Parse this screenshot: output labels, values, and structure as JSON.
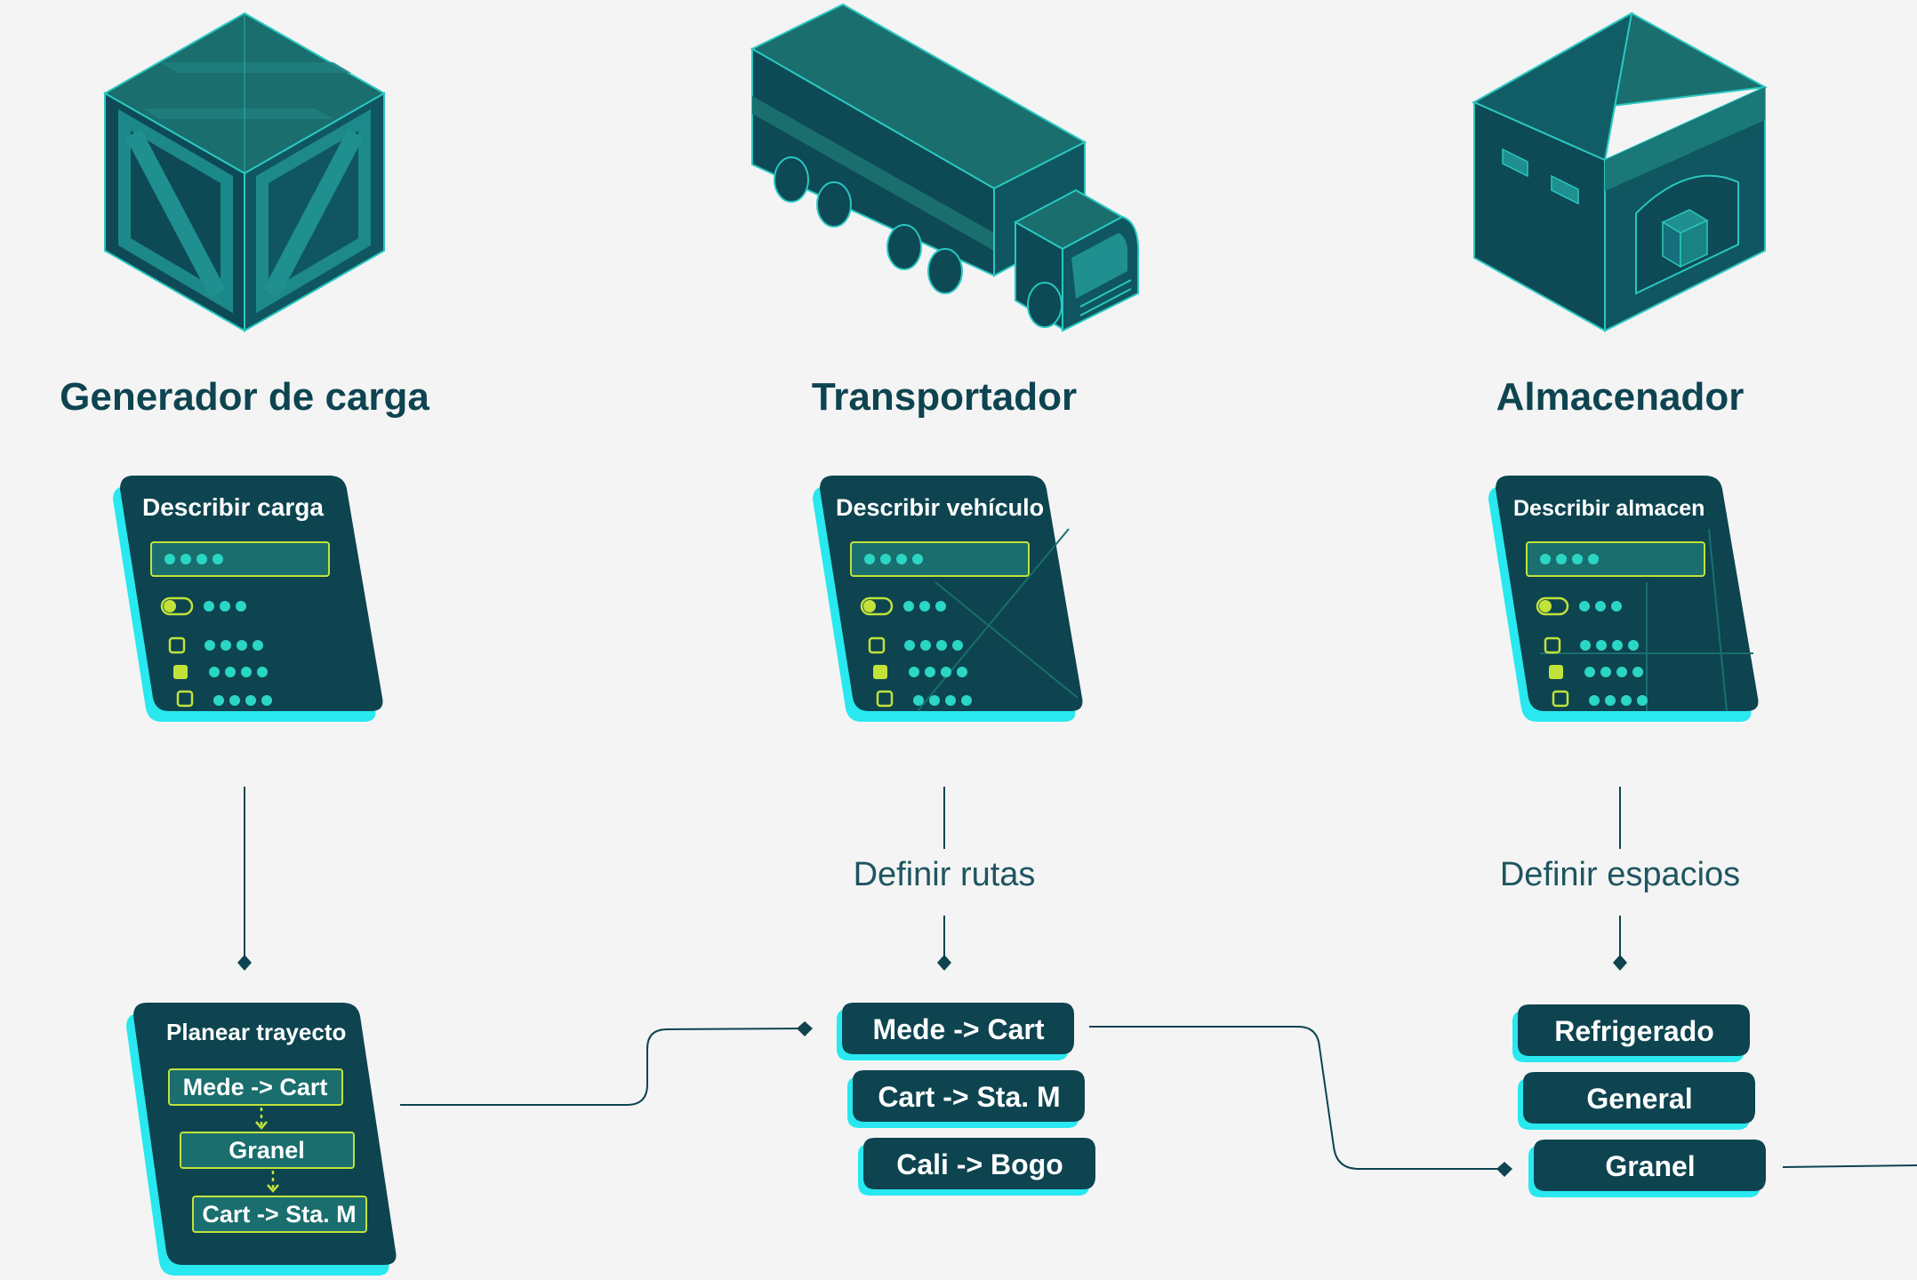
{
  "colors": {
    "dark": "#0d4450",
    "teal": "#1a6e6e",
    "cyan": "#29e8ef",
    "lime": "#c2e23a",
    "dot": "#2cd6c4",
    "line": "#0d4450"
  },
  "columns": [
    {
      "title": "Generador de carga",
      "icon": "crate-icon",
      "form_title": "Describir carga",
      "step_label": ""
    },
    {
      "title": "Transportador",
      "icon": "truck-icon",
      "form_title": "Describir vehículo",
      "step_label": "Definir rutas"
    },
    {
      "title": "Almacenador",
      "icon": "warehouse-icon",
      "form_title": "Describir almacen",
      "step_label": "Definir espacios"
    }
  ],
  "plan_card": {
    "title": "Planear trayecto",
    "steps": [
      "Mede -> Cart",
      "Granel",
      "Cart -> Sta. M"
    ]
  },
  "routes": [
    "Mede -> Cart",
    "Cart -> Sta. M",
    "Cali -> Bogo"
  ],
  "spaces": [
    "Refrigerado",
    "General",
    "Granel"
  ]
}
